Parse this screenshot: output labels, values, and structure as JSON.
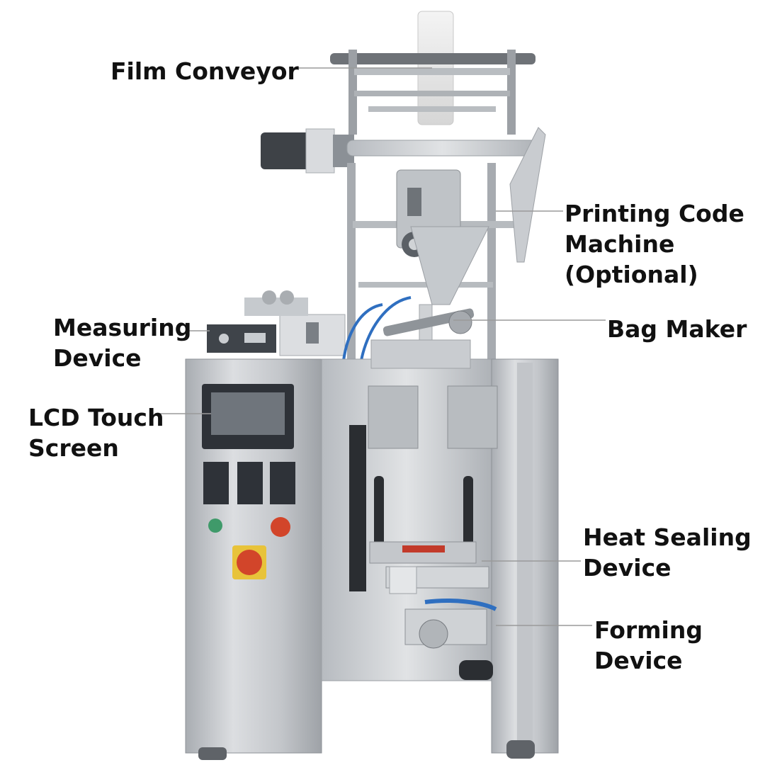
{
  "callouts": {
    "film_conveyor": [
      "Film Conveyor"
    ],
    "printing_code_machine": [
      "Printing Code",
      "Machine",
      "(Optional)"
    ],
    "measuring_device": [
      "Measuring",
      "Device"
    ],
    "bag_maker": [
      "Bag Maker"
    ],
    "lcd_touch_screen": [
      "LCD Touch",
      "Screen"
    ],
    "heat_sealing_device": [
      "Heat Sealing",
      "Device"
    ],
    "forming_device": [
      "Forming",
      "Device"
    ]
  },
  "colors": {
    "steel_light": "#d7d9dc",
    "steel_mid": "#b4b8bd",
    "steel_dark": "#8a8f95",
    "screen": "#6f757c",
    "control_red": "#d2452a",
    "control_green": "#3f9a6a",
    "cable_blue": "#2f6fc0",
    "cable_red": "#c23a2a",
    "leader_line": "#9a9a9a",
    "label_text": "#111111"
  }
}
